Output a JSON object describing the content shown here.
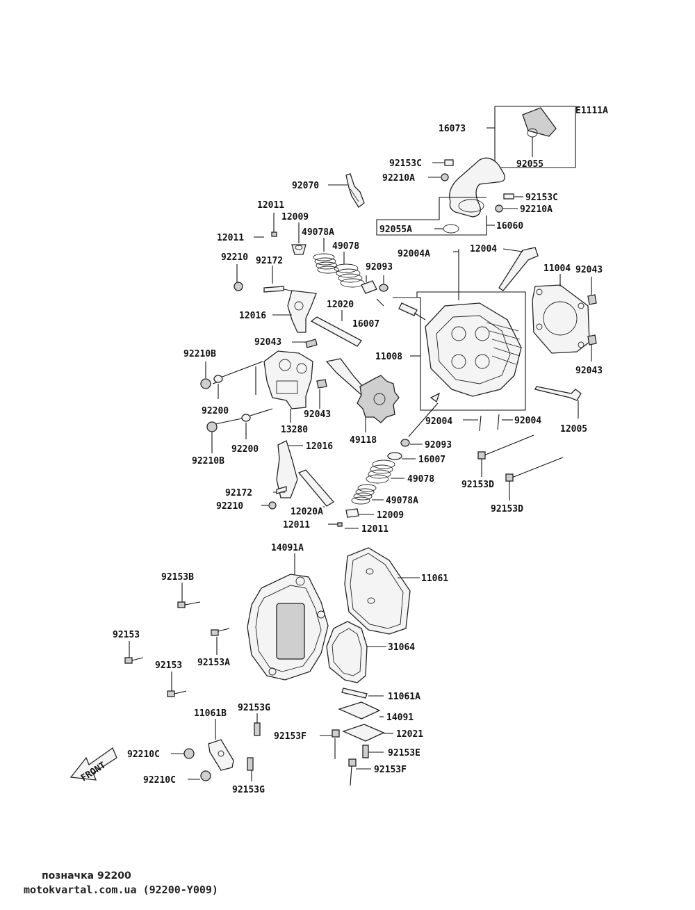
{
  "diagram_code": "E1111A",
  "front_label": "FRONT",
  "caption": {
    "line1": "позначка 92200",
    "line2": "motokvartal.com.ua (92200-Y009)"
  },
  "labels": {
    "l16073": "16073",
    "l92055": "92055",
    "l92153C_a": "92153C",
    "l92210A_a": "92210A",
    "l92153C_b": "92153C",
    "l92210A_b": "92210A",
    "l92055A": "92055A",
    "l16060": "16060",
    "l92070": "92070",
    "l12011_a": "12011",
    "l12011_b": "12011",
    "l12009_a": "12009",
    "l49078A_a": "49078A",
    "l49078_a": "49078",
    "l92004A": "92004A",
    "l12004": "12004",
    "l92210_a": "92210",
    "l92172_a": "92172",
    "l92093_a": "92093",
    "l11004": "11004",
    "l92043_a": "92043",
    "l12016_a": "12016",
    "l12020": "12020",
    "l16007_a": "16007",
    "l92043_b": "92043",
    "l92210B_a": "92210B",
    "l11008": "11008",
    "l92043_c": "92043",
    "l92200_a": "92200",
    "l92043_d": "92043",
    "l13280": "13280",
    "l92004_a": "92004",
    "l92004_b": "92004",
    "l12005": "12005",
    "l49118": "49118",
    "l92200_b": "92200",
    "l92210B_b": "92210B",
    "l12016_b": "12016",
    "l92093_b": "92093",
    "l16007_b": "16007",
    "l49078_b": "49078",
    "l92153D_a": "92153D",
    "l92153D_b": "92153D",
    "l92172_b": "92172",
    "l92210_b": "92210",
    "l12020A": "12020A",
    "l49078A_b": "49078A",
    "l12009_b": "12009",
    "l12011_c": "12011",
    "l12011_d": "12011",
    "l14091A": "14091A",
    "l11061": "11061",
    "l92153B": "92153B",
    "l92153_a": "92153",
    "l92153A": "92153A",
    "l31064": "31064",
    "l92153_b": "92153",
    "l11061A": "11061A",
    "l11061B": "11061B",
    "l92153G_a": "92153G",
    "l14091": "14091",
    "l92153F_a": "92153F",
    "l12021": "12021",
    "l92210C_a": "92210C",
    "l92153E": "92153E",
    "l92210C_b": "92210C",
    "l92153F_b": "92153F",
    "l92153G_b": "92153G"
  }
}
